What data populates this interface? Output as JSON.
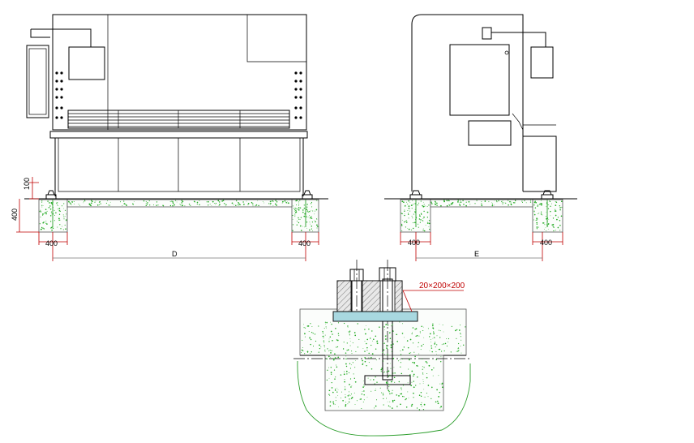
{
  "front_view": {
    "dim_height_top": "100",
    "dim_height_pit": "400",
    "dim_left_pit_width": "400",
    "dim_right_pit_width": "400",
    "dim_span": "D"
  },
  "side_view": {
    "dim_left_pit_width": "400",
    "dim_right_pit_width": "400",
    "dim_span": "E"
  },
  "detail_view": {
    "plate_label": "20×200×200"
  },
  "colors": {
    "dimension": "#c00000",
    "concrete_speckle": "#22aa22",
    "foundation_line": "#2a9d2a",
    "steel_plate": "#a8d8e0"
  }
}
